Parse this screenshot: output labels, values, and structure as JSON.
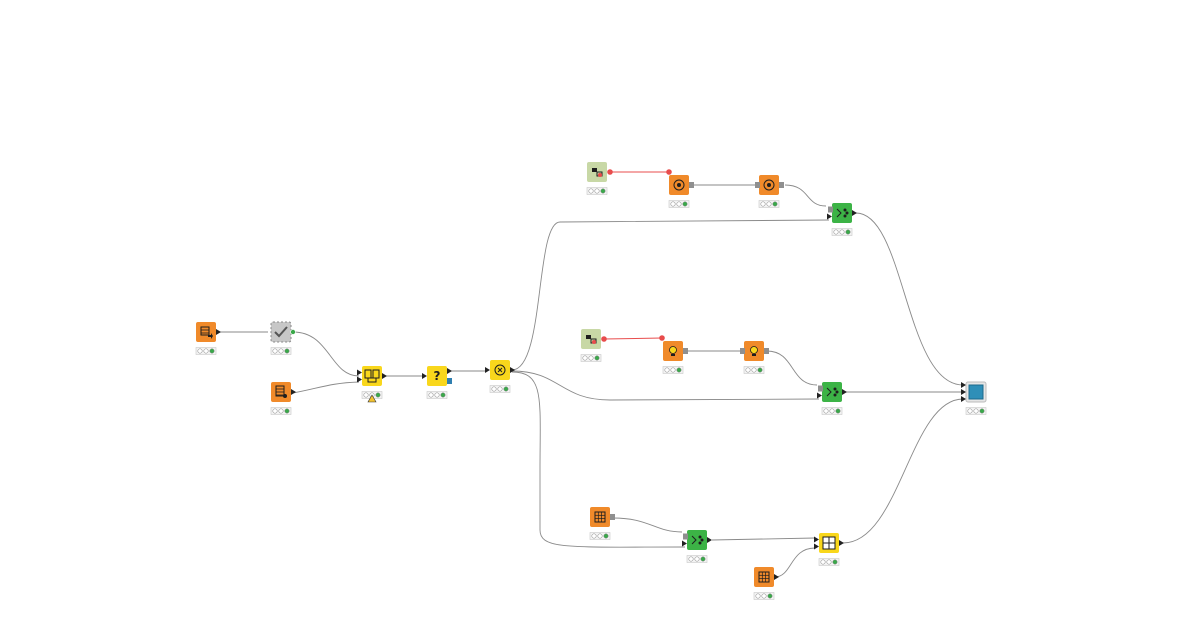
{
  "colors": {
    "source": "#f08a2a",
    "manipulator": "#f9d71c",
    "learner": "#3cb346",
    "predictor": "#3cb346",
    "metanode": "#c7c7c7",
    "flowvar": "#c8d8a6",
    "sink": "#2f8fb8",
    "connection": "#8a8a8a",
    "flow_connection": "#e84c4c",
    "status_ok": "#3aa84a",
    "status_idle": "#ffffff",
    "warning": "#f2c230",
    "canvas_background": "#ffffff"
  },
  "nodes": [
    {
      "id": "csv-reader-1",
      "type": "source",
      "icon": "table-reader-icon",
      "status": "executed",
      "warning": false
    },
    {
      "id": "metanode-validate",
      "type": "metanode",
      "icon": "checkmark-icon",
      "status": "executed",
      "warning": false
    },
    {
      "id": "table-creator-1",
      "type": "source",
      "icon": "table-creator-icon",
      "status": "executed",
      "warning": false
    },
    {
      "id": "joiner",
      "type": "manipulator",
      "icon": "joiner-icon",
      "status": "executed",
      "warning": true
    },
    {
      "id": "missing-value",
      "type": "manipulator",
      "icon": "question-mark-icon",
      "status": "executed",
      "warning": false
    },
    {
      "id": "column-filter",
      "type": "manipulator",
      "icon": "column-filter-icon",
      "status": "executed",
      "warning": false
    },
    {
      "id": "flow-variable-1",
      "type": "flowvar",
      "icon": "flow-variable-icon",
      "status": "executed",
      "warning": false
    },
    {
      "id": "settings-node-1",
      "type": "source",
      "icon": "gear-icon",
      "status": "executed",
      "warning": false
    },
    {
      "id": "settings-node-2",
      "type": "source",
      "icon": "gear-icon",
      "status": "executed",
      "warning": false
    },
    {
      "id": "predictor-1",
      "type": "predictor",
      "icon": "predictor-icon",
      "status": "executed",
      "warning": false
    },
    {
      "id": "flow-variable-2",
      "type": "flowvar",
      "icon": "flow-variable-icon",
      "status": "executed",
      "warning": false
    },
    {
      "id": "model-reader-1",
      "type": "source",
      "icon": "model-icon",
      "status": "executed",
      "warning": false
    },
    {
      "id": "model-reader-2",
      "type": "source",
      "icon": "model-icon",
      "status": "executed",
      "warning": false
    },
    {
      "id": "predictor-2",
      "type": "predictor",
      "icon": "predictor-icon",
      "status": "executed",
      "warning": false
    },
    {
      "id": "pmml-reader",
      "type": "source",
      "icon": "grid-icon",
      "status": "executed",
      "warning": false
    },
    {
      "id": "predictor-3",
      "type": "predictor",
      "icon": "predictor-icon",
      "status": "executed",
      "warning": false
    },
    {
      "id": "table-creator-2",
      "type": "source",
      "icon": "grid-icon",
      "status": "executed",
      "warning": false
    },
    {
      "id": "column-merger",
      "type": "manipulator",
      "icon": "merge-table-icon",
      "status": "executed",
      "warning": false
    },
    {
      "id": "concatenate-view",
      "type": "sink",
      "icon": "view-icon",
      "status": "executed",
      "warning": false
    }
  ]
}
